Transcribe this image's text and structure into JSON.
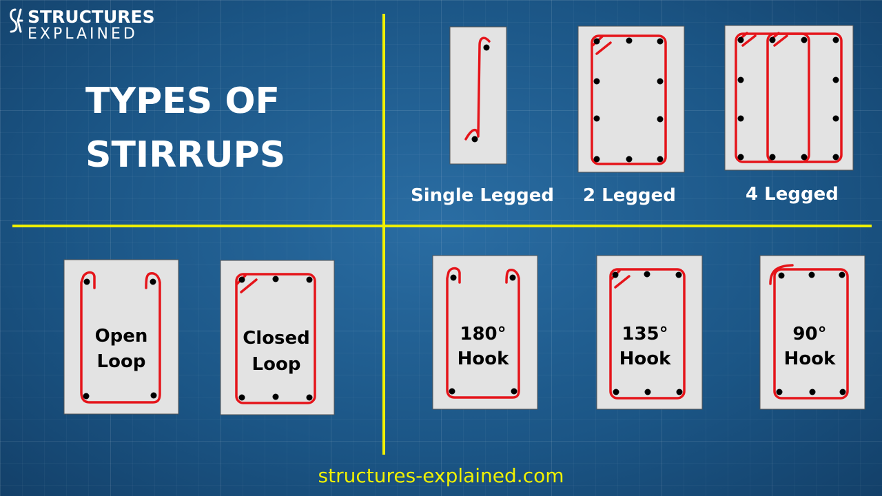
{
  "logo": {
    "mark": "SE",
    "line1": "STRUCTURES",
    "line2": "EXPLAINED"
  },
  "title": {
    "line1": "TYPES  OF",
    "line2": "STIRRUPS"
  },
  "captions": {
    "single": "Single Legged",
    "two": "2 Legged",
    "four": "4 Legged"
  },
  "labels": {
    "open": [
      "Open",
      "Loop"
    ],
    "closed": [
      "Closed",
      "Loop"
    ],
    "hook180": [
      "180°",
      "Hook"
    ],
    "hook135": [
      "135°",
      "Hook"
    ],
    "hook90": [
      "90°",
      "Hook"
    ]
  },
  "website": "structures-explained.com",
  "colors": {
    "background": "#1b5585",
    "divider": "#f0f000",
    "stirrup": "#e5141a",
    "section": "#e3e3e3",
    "rebar": "#000000",
    "text": "#ffffff",
    "website_text": "#f0f000"
  }
}
